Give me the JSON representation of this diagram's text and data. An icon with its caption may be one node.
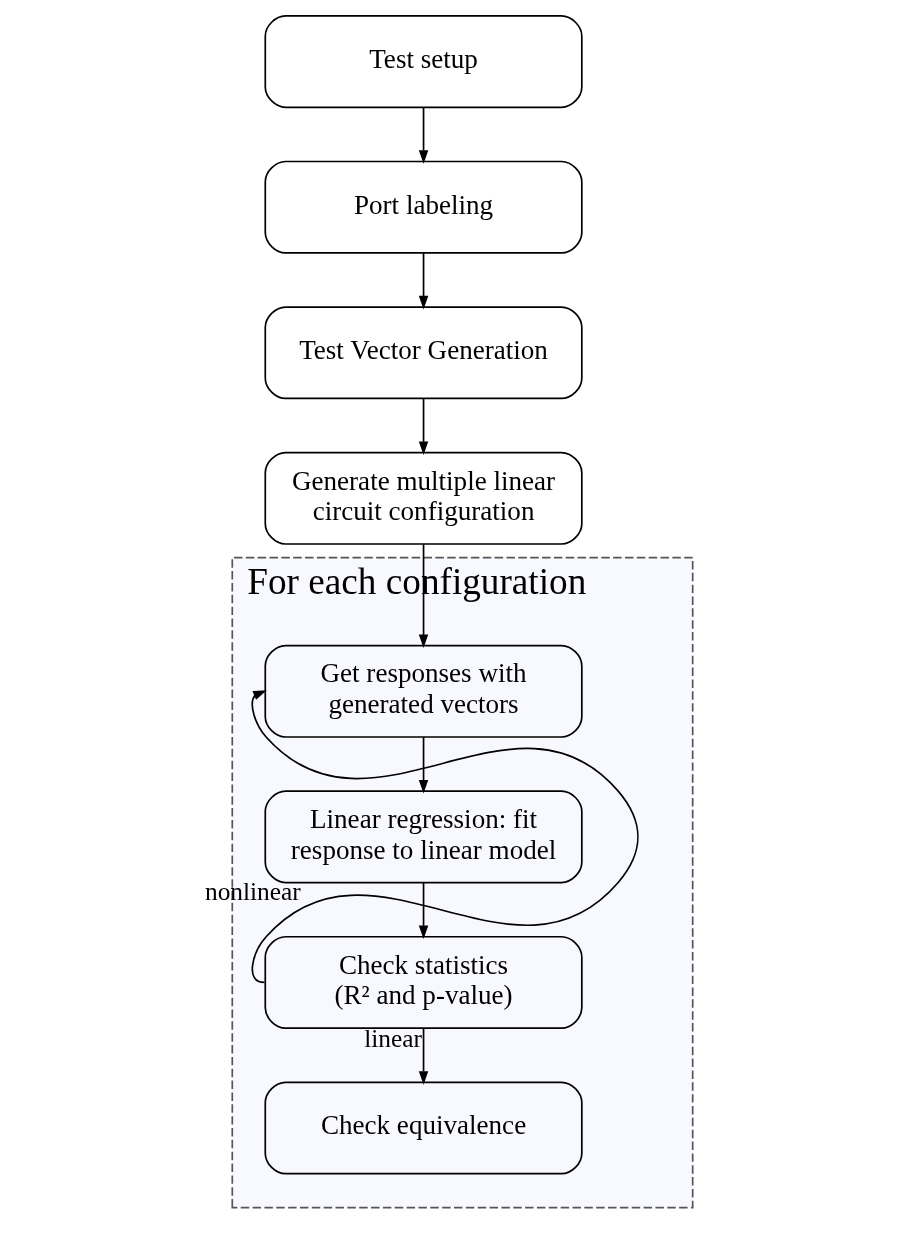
{
  "diagram": {
    "nodes": [
      {
        "text": [
          "Test setup"
        ]
      },
      {
        "text": [
          "Port labeling"
        ]
      },
      {
        "text": [
          "Test Vector Generation"
        ]
      },
      {
        "text": [
          "Generate multiple linear circuit configuration"
        ]
      },
      {
        "text": [
          "For each configuration"
        ]
      },
      {
        "text": [
          "Get responses with generated vectors"
        ],
        "in": 4
      },
      {
        "text": [
          "Linear regression: fit response to linear model"
        ],
        "in": 4
      },
      {
        "text": [
          "Check statistics",
          "(R² and p-value)"
        ],
        "in": 4
      },
      {
        "text": [
          "Check equivalence"
        ],
        "in": 4
      }
    ],
    "edges": [
      {
        "from": 0,
        "to": 1,
        "arrow": "to"
      },
      {
        "from": 1,
        "to": 2,
        "arrow": "to"
      },
      {
        "from": 2,
        "to": 3,
        "arrow": "to"
      },
      {
        "from": 3,
        "to": 5,
        "arrow": "to"
      },
      {
        "from": 5,
        "to": 6,
        "arrow": "to"
      },
      {
        "from": 6,
        "to": 7,
        "arrow": "to"
      },
      {
        "from": 7,
        "to": 5,
        "arrow": "to",
        "label": "nonlinear"
      },
      {
        "from": 7,
        "to": 8,
        "arrow": "to",
        "label": "linear"
      }
    ]
  }
}
